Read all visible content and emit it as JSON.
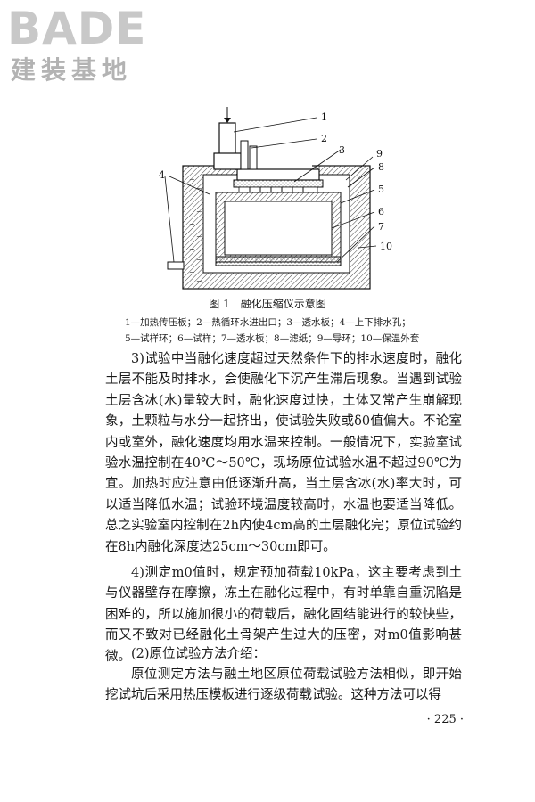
{
  "logo": {
    "main": "BADE",
    "sub": "建装基地"
  },
  "figure": {
    "caption_label": "图 1",
    "caption_title": "融化压缩仪示意图",
    "callouts": [
      "1",
      "2",
      "3",
      "4",
      "5",
      "6",
      "7",
      "8",
      "9",
      "10"
    ],
    "legend_line1": "1—加热传压板；2—热循环水进出口；3—透水板；4—上下排水孔；",
    "legend_line2": "5—试样环；6—试样；7—透水板；8—滤纸；9—导环；10—保温外套"
  },
  "paragraphs": {
    "p3": "3)试验中当融化速度超过天然条件下的排水速度时，融化土层不能及时排水，会使融化下沉产生滞后现象。当遇到试验土层含冰(水)量较大时，融化速度过快，土体又常产生崩解现象，土颗粒与水分一起挤出，使试验失败或δ0值偏大。不论室内或室外，融化速度均用水温来控制。一般情况下，实验室试验水温控制在40℃～50℃，现场原位试验水温不超过90℃为宜。加热时应注意由低逐渐升高，当土层含冰(水)率大时，可以适当降低水温；试验环境温度较高时，水温也要适当降低。总之实验室内控制在2h内使4cm高的土层融化完；原位试验约在8h内融化深度达25cm～30cm即可。",
    "p4": "4)测定m0值时，规定预加荷载10kPa，这主要考虑到土与仪器壁存在摩擦，冻土在融化过程中，有时单靠自重沉陷是困难的，所以施加很小的荷载后，融化固结能进行的较快些，而又不致对已经融化土骨架产生过大的压密，对m0值影响甚微。",
    "p5": "(2)原位试验方法介绍：",
    "p6": "原位测定方法与融土地区原位荷载试验方法相似，即开始挖试坑后采用热压模板进行逐级荷载试验。这种方法可以得"
  },
  "page_number": "· 225 ·"
}
